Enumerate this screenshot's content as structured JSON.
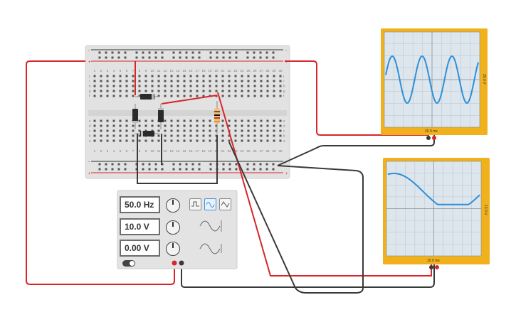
{
  "function_generator": {
    "frequency_value": "50.0 Hz",
    "amplitude_value": "10.0 V",
    "dc_offset_value": "0.00 V",
    "waveforms": [
      "square",
      "sine",
      "triangle"
    ],
    "selected_waveform": "sine"
  },
  "oscilloscope_top": {
    "time_per_div": "20.0 ms",
    "volts_per_div": "20.0 V",
    "frame_color": "#f0b11c",
    "trace_color": "#2f8fd8"
  },
  "oscilloscope_bottom": {
    "time_per_div": "10.0 ms",
    "volts_per_div": "10.0 V",
    "frame_color": "#f0b11c",
    "trace_color": "#2f8fd8"
  },
  "breadboard": {
    "rail_plus": "+",
    "rail_minus": "-",
    "row_letters_top": [
      "j",
      "i",
      "h",
      "g",
      "f"
    ],
    "row_letters_bottom": [
      "e",
      "d",
      "c",
      "b",
      "a"
    ],
    "columns": [
      "1",
      "2",
      "3",
      "4",
      "5",
      "6",
      "7",
      "8",
      "9",
      "10",
      "11",
      "12",
      "13",
      "14",
      "15",
      "16",
      "17",
      "18",
      "19",
      "20",
      "21",
      "22",
      "23",
      "24",
      "25",
      "26",
      "27",
      "28",
      "29",
      "30"
    ]
  },
  "wire_colors": {
    "red": "#d8262b",
    "black": "#3a3a3a"
  }
}
